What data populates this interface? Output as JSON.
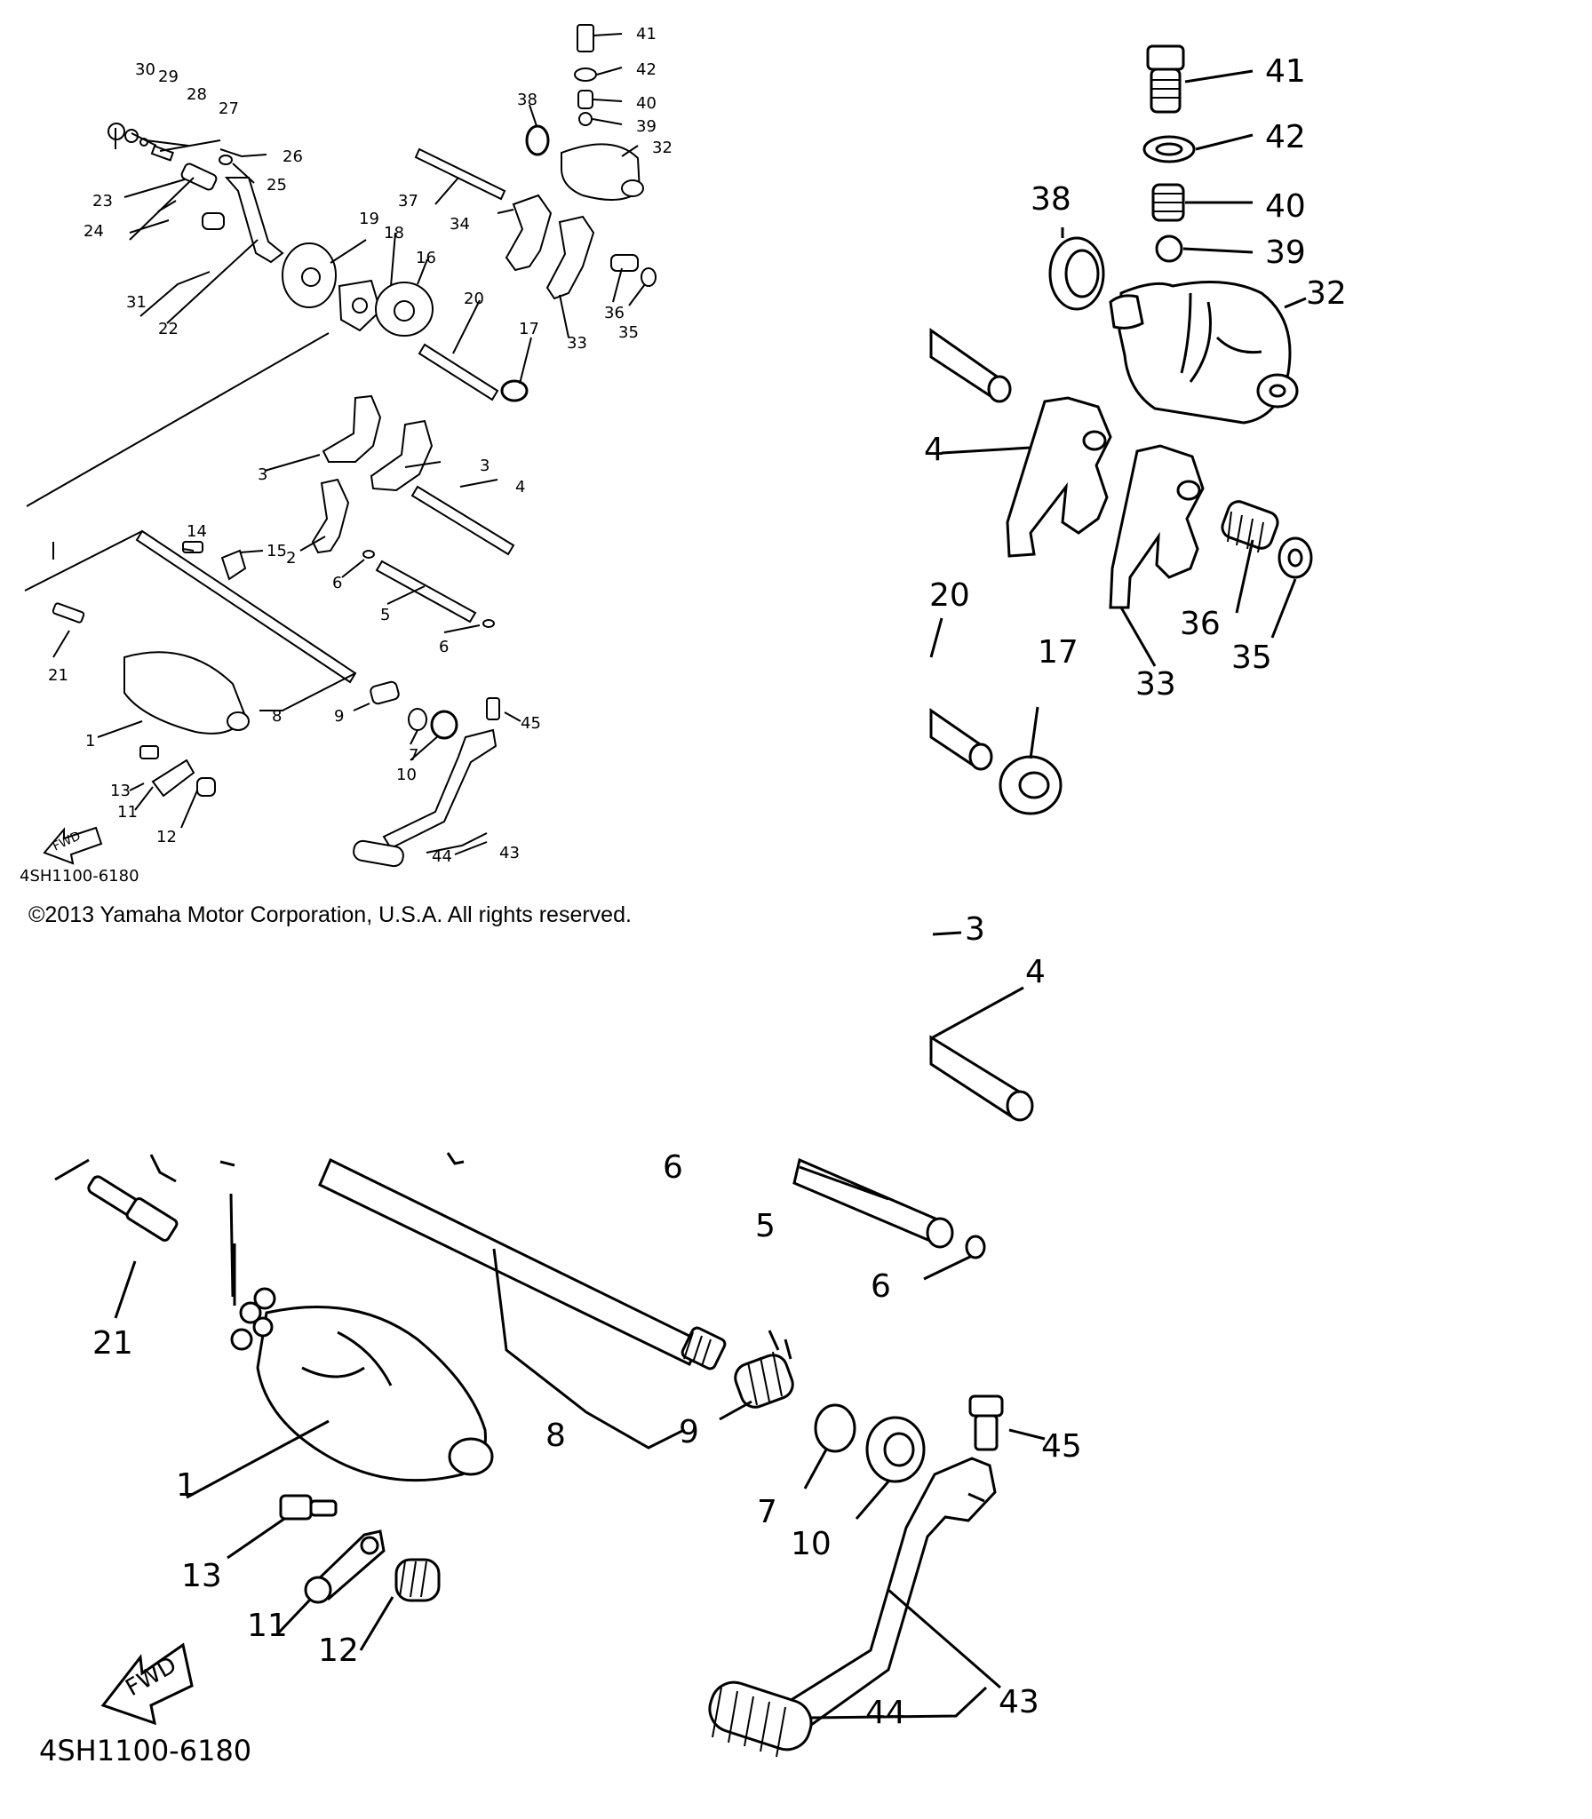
{
  "copyright": "©2013 Yamaha Motor Corporation, U.S.A. All rights reserved.",
  "diagram_code": "4SH1100-6180",
  "fwd_label": "FWD",
  "overview": {
    "callouts": [
      "30",
      "29",
      "28",
      "27",
      "26",
      "25",
      "23",
      "24",
      "31",
      "22",
      "19",
      "18",
      "16",
      "20",
      "17",
      "37",
      "38",
      "32",
      "34",
      "33",
      "36",
      "35",
      "41",
      "42",
      "40",
      "39",
      "3",
      "3",
      "4",
      "14",
      "15",
      "2",
      "6",
      "5",
      "6",
      "21",
      "8",
      "9",
      "7",
      "10",
      "45",
      "1",
      "13",
      "11",
      "12",
      "44",
      "43"
    ]
  },
  "detail_upper_right": {
    "callouts": [
      "41",
      "42",
      "40",
      "39",
      "38",
      "32",
      "4",
      "36",
      "35",
      "33",
      "20",
      "17",
      "3",
      "4"
    ]
  },
  "detail_lower_left": {
    "callouts": [
      "6",
      "5",
      "6",
      "21",
      "8",
      "9",
      "45",
      "1",
      "7",
      "10",
      "13",
      "11",
      "12",
      "44",
      "43"
    ]
  }
}
